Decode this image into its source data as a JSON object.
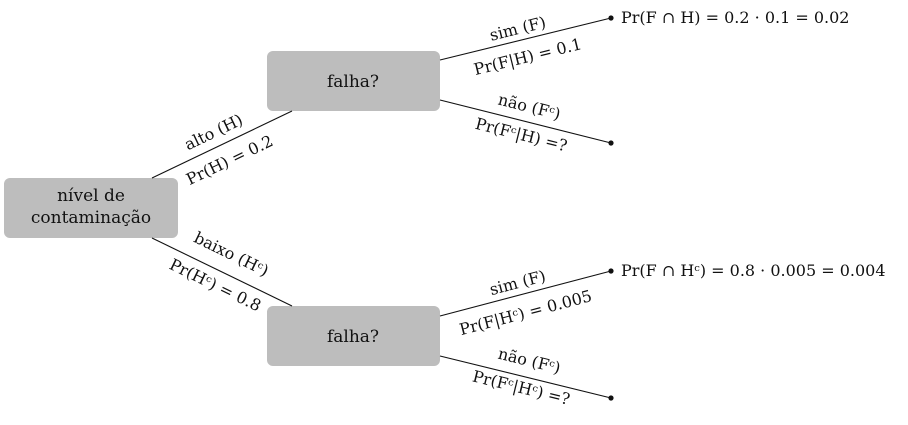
{
  "root": {
    "line1": "nível de",
    "line2": "contaminação"
  },
  "nodes": {
    "upper": {
      "label": "falha?"
    },
    "lower": {
      "label": "falha?"
    }
  },
  "edges": {
    "root_upper": {
      "top": "alto (H)",
      "bottom": "Pr(H) = 0.2"
    },
    "root_lower": {
      "top": "baixo (Hᶜ)",
      "bottom": "Pr(Hᶜ) = 0.8"
    },
    "upper_sim": {
      "top": "sim (F)",
      "bottom": "Pr(F|H) = 0.1"
    },
    "upper_nao": {
      "top": "não (Fᶜ)",
      "bottom": "Pr(Fᶜ|H) =?"
    },
    "lower_sim": {
      "top": "sim (F)",
      "bottom": "Pr(F|Hᶜ) = 0.005"
    },
    "lower_nao": {
      "top": "não (Fᶜ)",
      "bottom": "Pr(Fᶜ|Hᶜ) =?"
    }
  },
  "results": {
    "upper_sim": "Pr(F ∩ H) = 0.2 · 0.1 = 0.02",
    "lower_sim": "Pr(F ∩ Hᶜ) = 0.8 · 0.005 = 0.004"
  }
}
